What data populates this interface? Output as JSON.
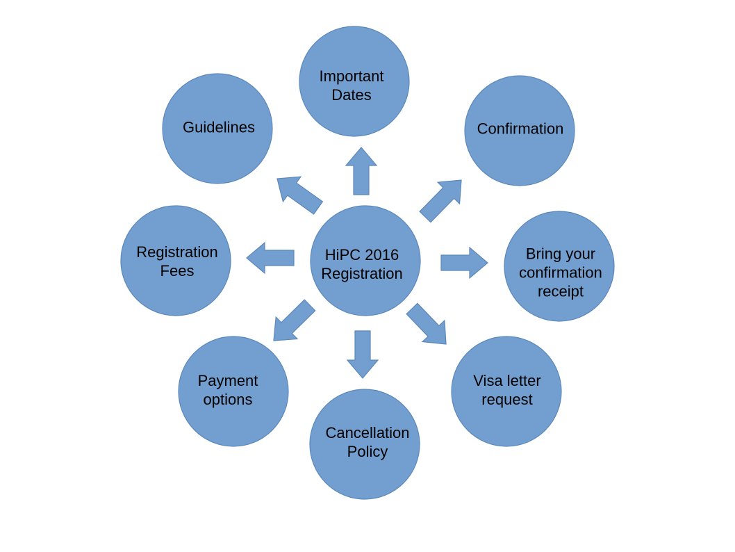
{
  "diagram": {
    "colors": {
      "node_fill": "#729fcf",
      "arrow_fill": "#729fcf",
      "text": "#000000"
    },
    "center": {
      "id": "center",
      "label": "HiPC 2016\nRegistration"
    },
    "nodes": [
      {
        "id": "important-dates",
        "label": "Important\nDates"
      },
      {
        "id": "confirmation",
        "label": "Confirmation"
      },
      {
        "id": "bring-receipt",
        "label": "Bring your\nconfirmation\nreceipt"
      },
      {
        "id": "visa-letter",
        "label": "Visa letter\nrequest"
      },
      {
        "id": "cancellation-policy",
        "label": "Cancellation\nPolicy"
      },
      {
        "id": "payment-options",
        "label": "Payment\noptions"
      },
      {
        "id": "registration-fees",
        "label": "Registration\nFees"
      },
      {
        "id": "guidelines",
        "label": "Guidelines"
      }
    ]
  }
}
